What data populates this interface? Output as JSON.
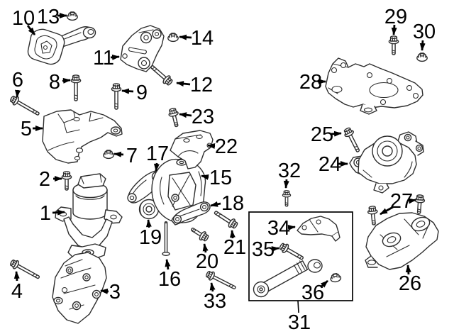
{
  "diagram": {
    "colors": {
      "background": "#ffffff",
      "line": "#2d2d2d",
      "label": "#000000"
    },
    "callouts": [
      {
        "label": "1"
      },
      {
        "label": "2"
      },
      {
        "label": "3"
      },
      {
        "label": "4"
      },
      {
        "label": "5"
      },
      {
        "label": "6"
      },
      {
        "label": "7"
      },
      {
        "label": "8"
      },
      {
        "label": "9"
      },
      {
        "label": "10"
      },
      {
        "label": "11"
      },
      {
        "label": "12"
      },
      {
        "label": "13"
      },
      {
        "label": "14"
      },
      {
        "label": "15"
      },
      {
        "label": "16"
      },
      {
        "label": "17"
      },
      {
        "label": "18"
      },
      {
        "label": "19"
      },
      {
        "label": "20"
      },
      {
        "label": "21"
      },
      {
        "label": "22"
      },
      {
        "label": "23"
      },
      {
        "label": "24"
      },
      {
        "label": "25"
      },
      {
        "label": "26"
      },
      {
        "label": "27"
      },
      {
        "label": "28"
      },
      {
        "label": "29"
      },
      {
        "label": "30"
      },
      {
        "label": "31"
      },
      {
        "label": "32"
      },
      {
        "label": "33"
      },
      {
        "label": "34"
      },
      {
        "label": "35"
      },
      {
        "label": "36"
      }
    ]
  }
}
